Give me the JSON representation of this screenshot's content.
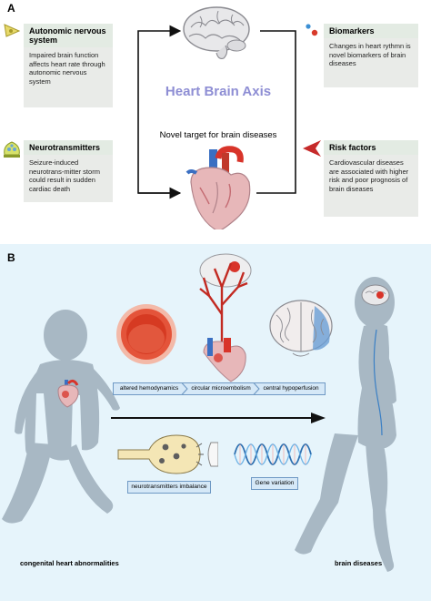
{
  "panel_a": {
    "label": "A",
    "center_title": "Heart Brain Axis",
    "center_subtitle": "Novel target for brain diseases",
    "boxes": [
      {
        "title": "Autonomic nervous system",
        "text": "Impaired brain function affects heart rate through autonomic nervous system"
      },
      {
        "title": "Neurotransmitters",
        "text": "Seizure-induced neurotrans-mitter storm could result in sudden cardiac death"
      },
      {
        "title": "Biomarkers",
        "text": "Changes in heart rythmn is novel biomarkers of brain diseases"
      },
      {
        "title": "Risk factors",
        "text": "Cardiovascular diseases are associated with higher risk and poor prognosis of brain diseases"
      }
    ]
  },
  "panel_b": {
    "label": "B",
    "flow": [
      "altered hemodynamics",
      "circular microembolism",
      "central hypoperfusion"
    ],
    "neuro_label": "neurotransmitters imbalance",
    "gene_label": "Gene variation",
    "left_caption": "congenital heart abnormalities",
    "right_caption": "brain diseases"
  },
  "colors": {
    "title_purple": "#8e8ed4",
    "panel_b_bg": "#e6f4fb",
    "silhouette": "#a8b8c4",
    "box_bg": "#e9ebe8",
    "flow_border": "#6f99c4"
  },
  "icons": [
    "brain-icon",
    "heart-icon",
    "neuron-icon",
    "synapse-icon",
    "biomarker-dots-icon",
    "risk-arrow-icon",
    "artery-icon",
    "brain-section-icon",
    "dna-wave-icon"
  ]
}
